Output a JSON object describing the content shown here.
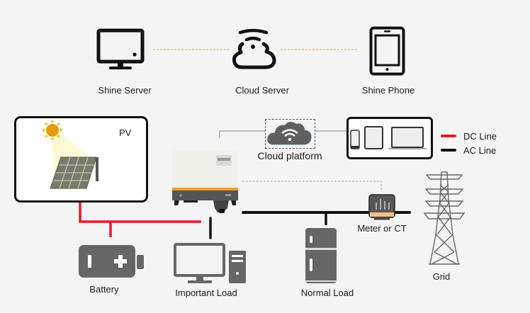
{
  "top_row": {
    "shine_server": {
      "label": "Shine Server",
      "icon": "monitor-icon"
    },
    "cloud_server": {
      "label": "Cloud Server",
      "icon": "cloud-wifi-icon"
    },
    "shine_phone": {
      "label": "Shine Phone",
      "icon": "tablet-icon"
    }
  },
  "pv": {
    "label": "PV",
    "icon": "solar-panel-icon"
  },
  "cloud_platform": {
    "label": "Cloud platform",
    "icon": "cloud-wifi-icon"
  },
  "devices_box": {
    "icons": [
      "phone-icon",
      "tablet-icon",
      "laptop-icon"
    ]
  },
  "legend": [
    {
      "label": "DC Line",
      "color": "#e8192c"
    },
    {
      "label": "AC Line",
      "color": "#111111"
    }
  ],
  "inverter": {
    "icon": "inverter-icon"
  },
  "meter": {
    "label": "Meter or CT",
    "icon": "meter-icon"
  },
  "grid": {
    "label": "Grid",
    "icon": "transmission-tower-icon"
  },
  "battery": {
    "label": "Battery",
    "icon": "battery-icon"
  },
  "important_load": {
    "label": "Important Load",
    "icon": "desktop-computer-icon"
  },
  "normal_load": {
    "label": "Normal Load",
    "icon": "refrigerator-icon"
  },
  "colors": {
    "dc": "#e8192c",
    "ac": "#111111",
    "accent": "#f0a030",
    "icon_gray": "#666666",
    "dashed_orange": "#e8b070"
  }
}
